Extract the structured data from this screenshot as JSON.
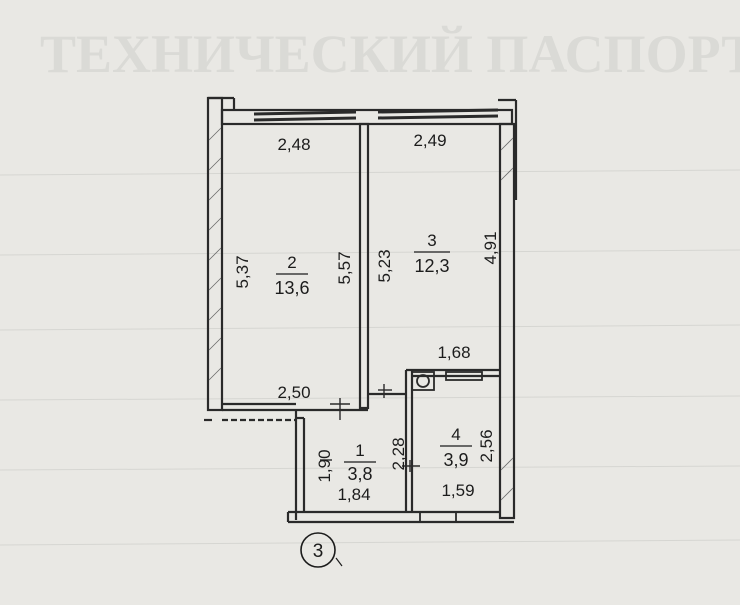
{
  "background_text": {
    "line1": "ТЕХНИЧЕСКИЙ ПАСПОРТ"
  },
  "rooms": [
    {
      "number": "1",
      "area": "3,8"
    },
    {
      "number": "2",
      "area": "13,6"
    },
    {
      "number": "3",
      "area": "12,3"
    },
    {
      "number": "4",
      "area": "3,9"
    }
  ],
  "dimensions": {
    "room2_top": "2,48",
    "room3_top": "2,49",
    "room2_left": "5,37",
    "room2_right": "5,57",
    "room3_left": "5,23",
    "room3_right": "4,91",
    "room2_bottom": "2,50",
    "room4_top": "1,68",
    "room1_left": "1,90",
    "room1_right": "2,28",
    "room1_bottom": "1,84",
    "room4_right": "2,56",
    "room4_bottom": "1,59"
  },
  "floor_marker": "3",
  "colors": {
    "paper": "#e9e8e4",
    "ink": "#1c1c1c",
    "wall": "#2a2a2a"
  }
}
